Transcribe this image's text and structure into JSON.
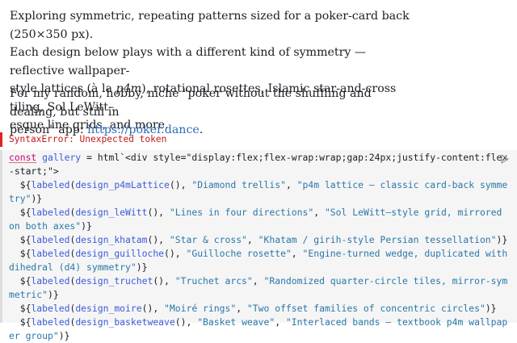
{
  "intro": {
    "line1": "Exploring symmetric, repeating patterns sized for a poker-card back (250×350 px).",
    "line2": "Each design below plays with a different kind of symmetry — reflective wallpaper-",
    "line3_pre": "style lattices (à la ",
    "line3_em": "p4m",
    "line3_post": "), rotational rosettes, Islamic star-and-cross tiling, Sol LeWitt–",
    "line4": "esque line grids, and more."
  },
  "hobby": {
    "line1": "For my random, hobby, niche \"poker without the shuffling and dealing, but still in",
    "line2_pre": "person\" app: ",
    "link": "https://poker.dance",
    "line2_post": "."
  },
  "error_message": "SyntaxError: Unexpected token",
  "code": {
    "keyword": "const",
    "var_name": "gallery",
    "assign": " = ",
    "tag": "html",
    "template_head": "`<div style=\"display:flex;flex-wrap:wrap;gap:24px;justify-content:flex-start;\">",
    "items": [
      {
        "fn": "design_p4mLattice",
        "title": "\"Diamond trellis\"",
        "desc": "\"p4m lattice — classic card-back symmetry\""
      },
      {
        "fn": "design_leWitt",
        "title": "\"Lines in four directions\"",
        "desc": "\"Sol LeWitt–style grid, mirrored on both axes\""
      },
      {
        "fn": "design_khatam",
        "title": "\"Star & cross\"",
        "desc": "\"Khatam / girih-style Persian tessellation\""
      },
      {
        "fn": "design_guilloche",
        "title": "\"Guilloche rosette\"",
        "desc": "\"Engine-turned wedge, duplicated with dihedral (d4) symmetry\""
      },
      {
        "fn": "design_truchet",
        "title": "\"Truchet arcs\"",
        "desc": "\"Randomized quarter-circle tiles, mirror-symmetric\""
      },
      {
        "fn": "design_moire",
        "title": "\"Moiré rings\"",
        "desc": "\"Two offset families of concentric circles\""
      },
      {
        "fn": "design_basketweave",
        "title": "\"Basket weave\"",
        "desc": "\"Interlaced bands — textbook p4m wallpaper group\""
      }
    ]
  },
  "icons": {
    "run": "play-icon"
  }
}
